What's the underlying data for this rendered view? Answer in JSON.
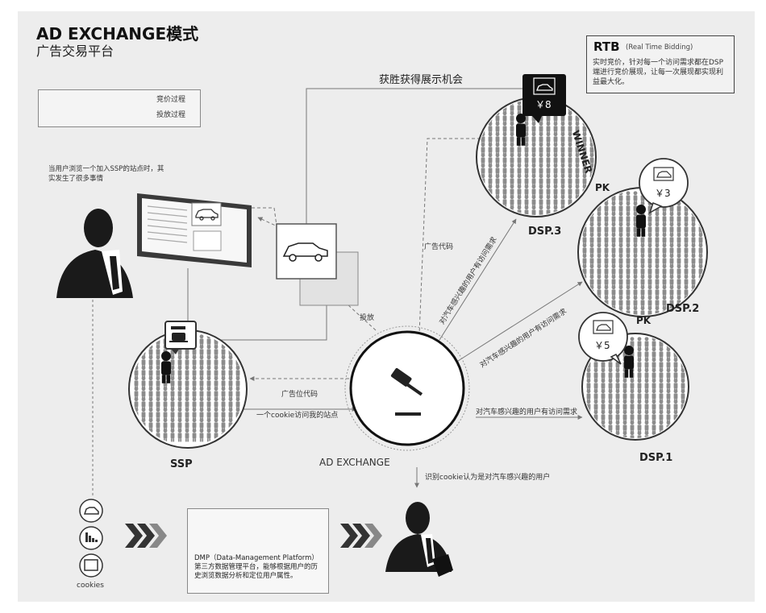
{
  "header": {
    "title": "AD EXCHANGE模式",
    "subtitle": "广告交易平台"
  },
  "legend": {
    "bid_process": "竞价过程",
    "delivery_process": "投放过程"
  },
  "rtb": {
    "title": "RTB",
    "subtitle": "(Real Time Bidding)",
    "description": "实时竞价，针对每一个访问需求都在DSP端进行竞价展现，让每一次展现都实现利益最大化。"
  },
  "intro_text": "当用户浏览一个加入SSP的站点时，其实发生了很多事情",
  "win_label": "获胜获得展示机会",
  "nodes": {
    "ssp": "SSP",
    "adx": "AD EXCHANGE",
    "dsp1": "DSP.1",
    "dsp2": "DSP.2",
    "dsp3": "DSP.3",
    "winner": "WINNER",
    "pk1": "PK",
    "pk2": "PK"
  },
  "prices": {
    "dsp3": "￥8",
    "dsp2": "￥3",
    "dsp1": "￥5"
  },
  "edges": {
    "ad_code": "广告代码",
    "ad_slot_code": "广告位代码",
    "cookie_visit": "一个cookie访问我的站点",
    "delivery": "投放",
    "req_dsp3": "对汽车感兴趣的用户有访问需求",
    "req_dsp2": "对汽车感兴趣的用户有访问需求",
    "req_dsp1": "对汽车感兴趣的用户有访问需求",
    "identify": "识别cookie认为是对汽车感兴趣的用户"
  },
  "cookies_label": "cookies",
  "dmp": {
    "text": "DMP（Data-Management Platform）第三方数据管理平台，能够根据用户的历史浏览数据分析和定位用户属性。"
  },
  "colors": {
    "background": "#ededed",
    "ink": "#222222",
    "crowd": "#8c8c8c"
  }
}
